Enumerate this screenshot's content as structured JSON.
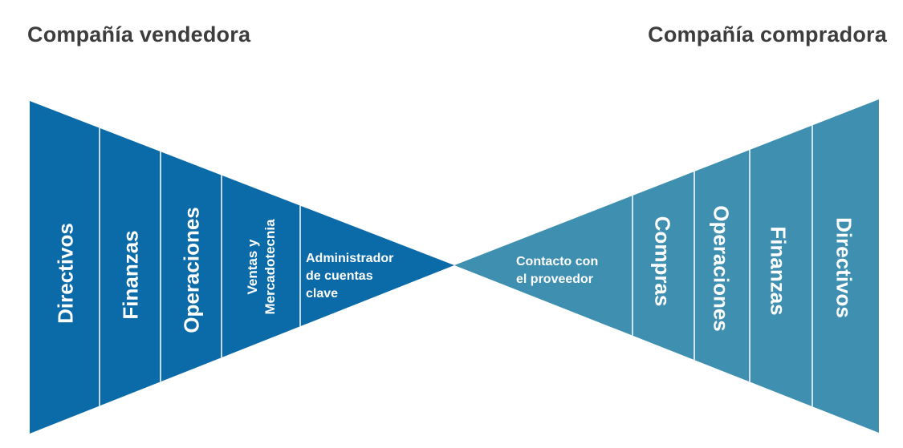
{
  "headers": {
    "seller": "Compañía vendedora",
    "buyer": "Compañía compradora"
  },
  "colors": {
    "seller": "#0b6aa8",
    "buyer": "#3f8fb0",
    "divider": "#ffffff",
    "header_text": "#3d3d3d"
  },
  "seller": {
    "segments": [
      {
        "lines": [
          "Directivos"
        ]
      },
      {
        "lines": [
          "Finanzas"
        ]
      },
      {
        "lines": [
          "Operaciones"
        ]
      },
      {
        "lines": [
          "Ventas y",
          "Mercadotecnia"
        ]
      }
    ],
    "tip": {
      "lines": [
        "Administrador",
        "de cuentas",
        "clave"
      ]
    }
  },
  "buyer": {
    "segments": [
      {
        "lines": [
          "Compras"
        ]
      },
      {
        "lines": [
          "Operaciones"
        ]
      },
      {
        "lines": [
          "Finanzas"
        ]
      },
      {
        "lines": [
          "Directivos"
        ]
      }
    ],
    "tip": {
      "lines": [
        "Contacto con",
        "el proveedor"
      ]
    }
  }
}
